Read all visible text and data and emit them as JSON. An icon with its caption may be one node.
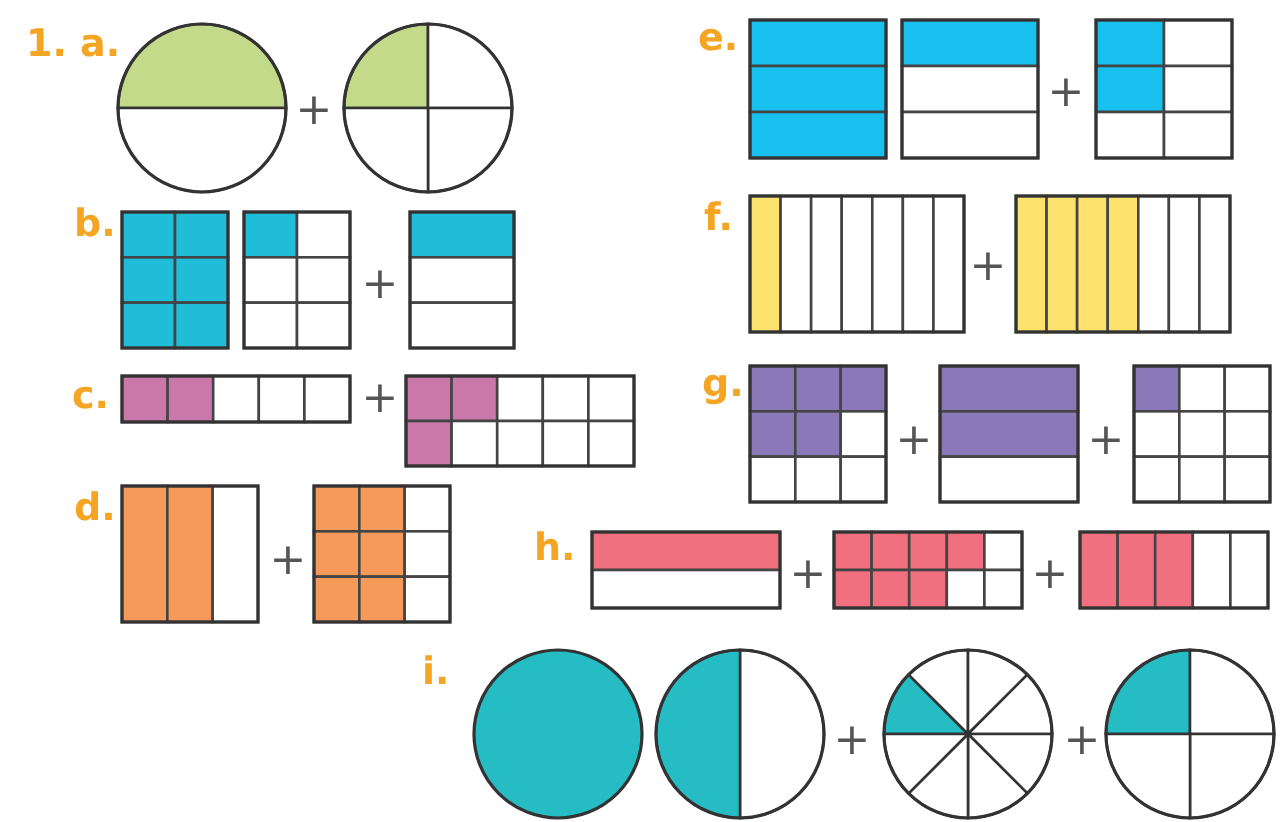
{
  "diagram": {
    "labels": [
      "1. a.",
      "+",
      "e.",
      "+",
      "b.",
      "+",
      "f.",
      "+",
      "c.",
      "+",
      "g.",
      "+",
      "+",
      "d.",
      "+",
      "h.",
      "+",
      "+",
      "i.",
      "+",
      "+"
    ]
  }
}
